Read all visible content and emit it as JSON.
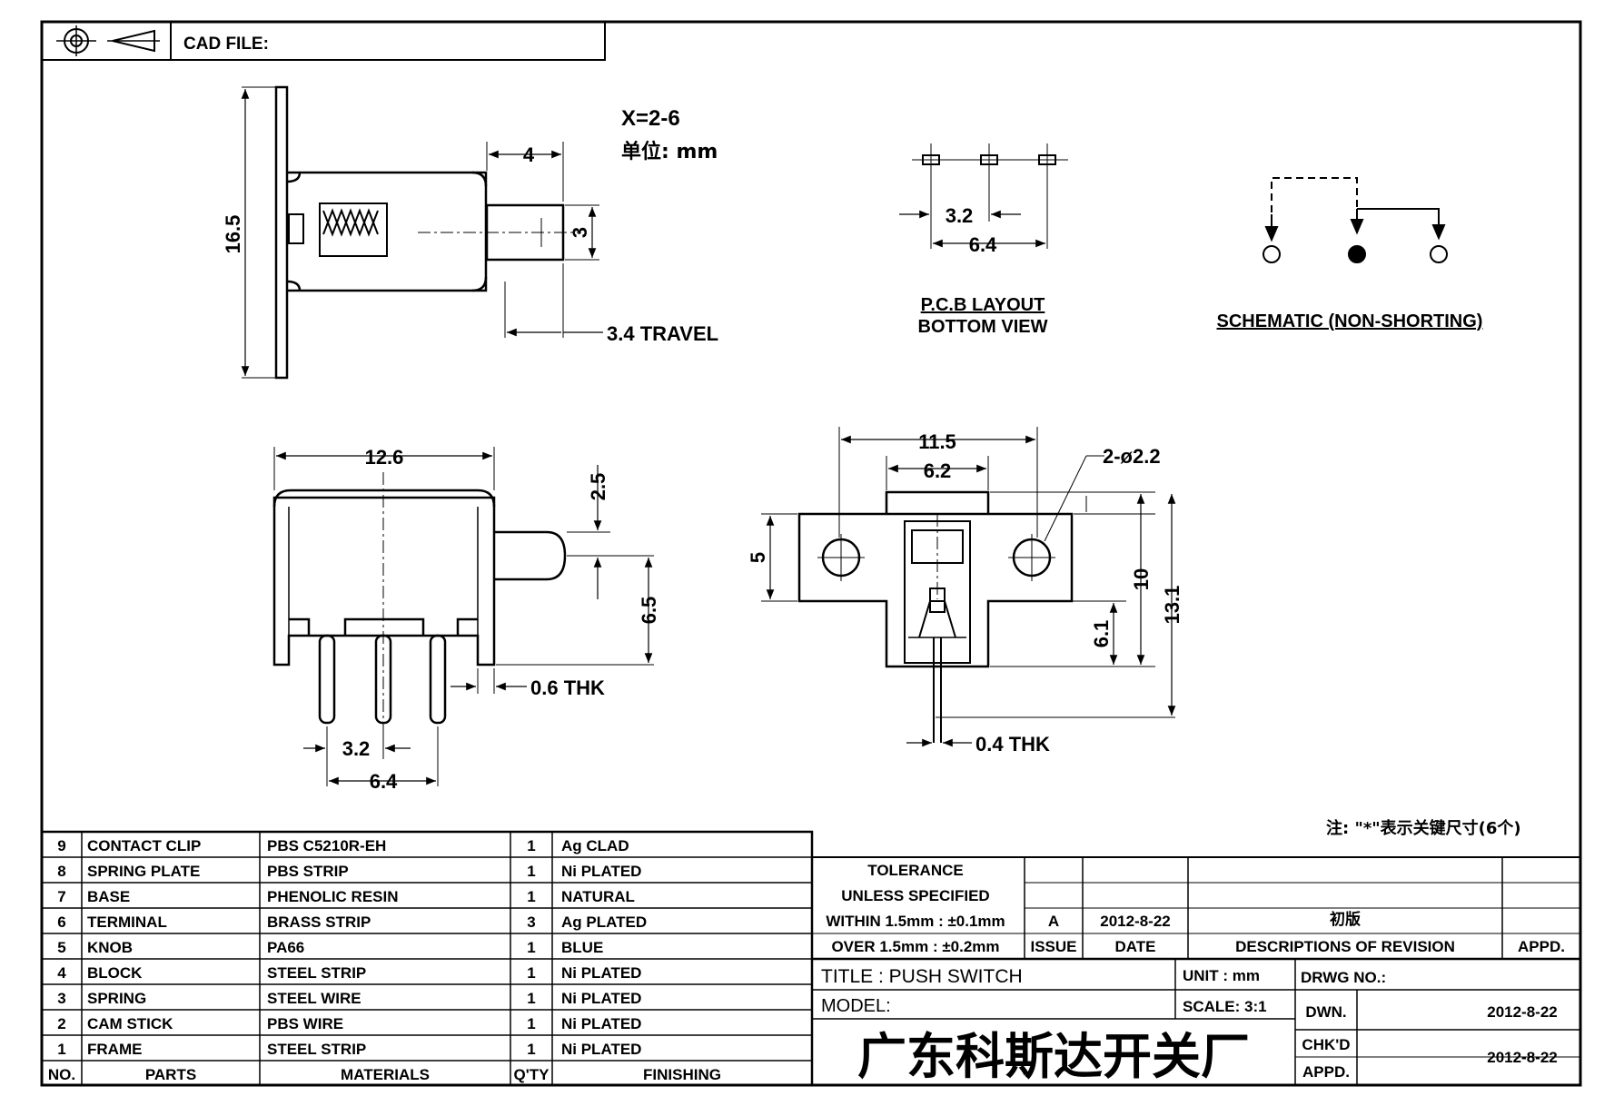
{
  "header": {
    "cad_file_label": "CAD FILE:"
  },
  "side_view": {
    "x_note": "X=2-6",
    "unit_note": "单位: mm",
    "dim_height": "16.5",
    "dim_top_knob": "4",
    "dim_knob": "3",
    "dim_travel": "3.4 TRAVEL"
  },
  "pcb_layout": {
    "dim_pitch": "3.2",
    "dim_span": "6.4",
    "title": "P.C.B LAYOUT",
    "subtitle": "BOTTOM VIEW"
  },
  "schematic": {
    "title": "SCHEMATIC (NON-SHORTING)"
  },
  "front_view": {
    "dim_width": "12.6",
    "dim_knob": "2.5",
    "dim_knob_height": "6.5",
    "dim_thk": "0.6 THK",
    "dim_pitch": "3.2",
    "dim_span": "6.4"
  },
  "top_view": {
    "dim_total": "11.5",
    "dim_body": "6.2",
    "dim_holes": "2-ø2.2",
    "dim_flange": "5",
    "dim_body_h": "10",
    "dim_total_h": "13.1",
    "dim_pin": "6.1",
    "dim_thk": "0.4 THK"
  },
  "note": "注: \"*\"表示关键尺寸(6个)",
  "bom": {
    "rows": [
      {
        "no": "9",
        "part": "CONTACT CLIP",
        "material": "PBS C5210R-EH",
        "qty": "1",
        "finish": "Ag CLAD"
      },
      {
        "no": "8",
        "part": "SPRING PLATE",
        "material": "PBS STRIP",
        "qty": "1",
        "finish": "Ni PLATED"
      },
      {
        "no": "7",
        "part": "BASE",
        "material": "PHENOLIC RESIN",
        "qty": "1",
        "finish": "NATURAL"
      },
      {
        "no": "6",
        "part": "TERMINAL",
        "material": "BRASS STRIP",
        "qty": "3",
        "finish": "Ag PLATED"
      },
      {
        "no": "5",
        "part": "KNOB",
        "material": "PA66",
        "qty": "1",
        "finish": "BLUE"
      },
      {
        "no": "4",
        "part": "BLOCK",
        "material": "STEEL STRIP",
        "qty": "1",
        "finish": "Ni PLATED"
      },
      {
        "no": "3",
        "part": "SPRING",
        "material": "STEEL WIRE",
        "qty": "1",
        "finish": "Ni PLATED"
      },
      {
        "no": "2",
        "part": "CAM STICK",
        "material": "PBS WIRE",
        "qty": "1",
        "finish": "Ni PLATED"
      },
      {
        "no": "1",
        "part": "FRAME",
        "material": "STEEL STRIP",
        "qty": "1",
        "finish": "Ni PLATED"
      }
    ],
    "headers": {
      "no": "NO.",
      "part": "PARTS",
      "material": "MATERIALS",
      "qty": "Q'TY",
      "finish": "FINISHING"
    }
  },
  "title_block": {
    "tolerance": "TOLERANCE",
    "unless": "UNLESS SPECIFIED",
    "within": "WITHIN 1.5mm : ±0.1mm",
    "over": "OVER 1.5mm : ±0.2mm",
    "issue_val": "A",
    "date_val": "2012-8-22",
    "rev_desc_val": "初版",
    "issue_label": "ISSUE",
    "date_label": "DATE",
    "desc_label": "DESCRIPTIONS OF REVISION",
    "appd_label": "APPD.",
    "title": "TITLE : PUSH SWITCH",
    "model": "MODEL:",
    "unit": "UNIT :  mm",
    "scale": "SCALE:  3:1",
    "drwg_no": "DRWG NO.:",
    "dwn": "DWN.",
    "chkd": "CHK'D",
    "appd": "APPD.",
    "dwn_date": "2012-8-22",
    "chk_date": "2012-8-22",
    "company": "广东科斯达开关厂"
  }
}
